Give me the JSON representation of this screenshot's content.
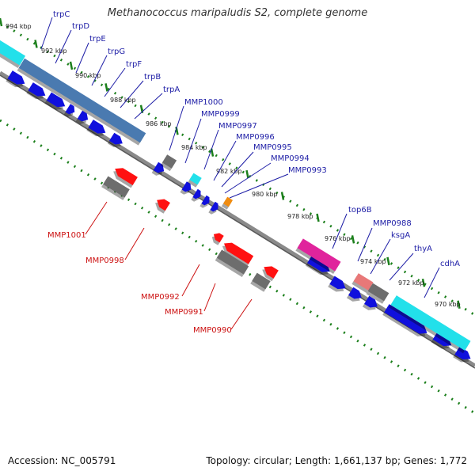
{
  "title": "Methanococcus maripaludis S2, complete genome",
  "footer": {
    "accession": "Accession: NC_005791",
    "summary": "Topology: circular; Length: 1,661,137 bp; Genes: 1,772"
  },
  "kbp_labels": [
    "994 kbp",
    "992 kbp",
    "990 kbp",
    "988 kbp",
    "986 kbp",
    "984 kbp",
    "982 kbp",
    "980 kbp",
    "978 kbp",
    "976 kbp",
    "974 kbp",
    "972 kbp",
    "970 kbp"
  ],
  "gene_labels_top": [
    "trpC",
    "trpD",
    "trpE",
    "trpG",
    "trpF",
    "trpB",
    "trpA",
    "MMP1000",
    "MMP0999",
    "MMP0997",
    "MMP0996",
    "MMP0995",
    "MMP0994",
    "MMP0993",
    "top6B",
    "MMP0988",
    "ksgA",
    "thyA",
    "cdhA"
  ],
  "gene_labels_bottom": [
    "MMP1001",
    "MMP0998",
    "MMP0992",
    "MMP0991",
    "MMP0990"
  ],
  "colors": {
    "forward_cds": "#1010dd",
    "reverse_cds": "#ff1111",
    "backbone": "#8a8a8a",
    "tick": "#1b7f1b",
    "label_blue": "#1d1da6",
    "label_red": "#cc1111",
    "feature_cyan": "#22e0ea",
    "feature_steelblue": "#4a7ab0",
    "feature_gray": "#6d6d6d",
    "feature_magenta": "#e0249c",
    "feature_pink": "#e87878",
    "feature_orange": "#f08c10"
  }
}
